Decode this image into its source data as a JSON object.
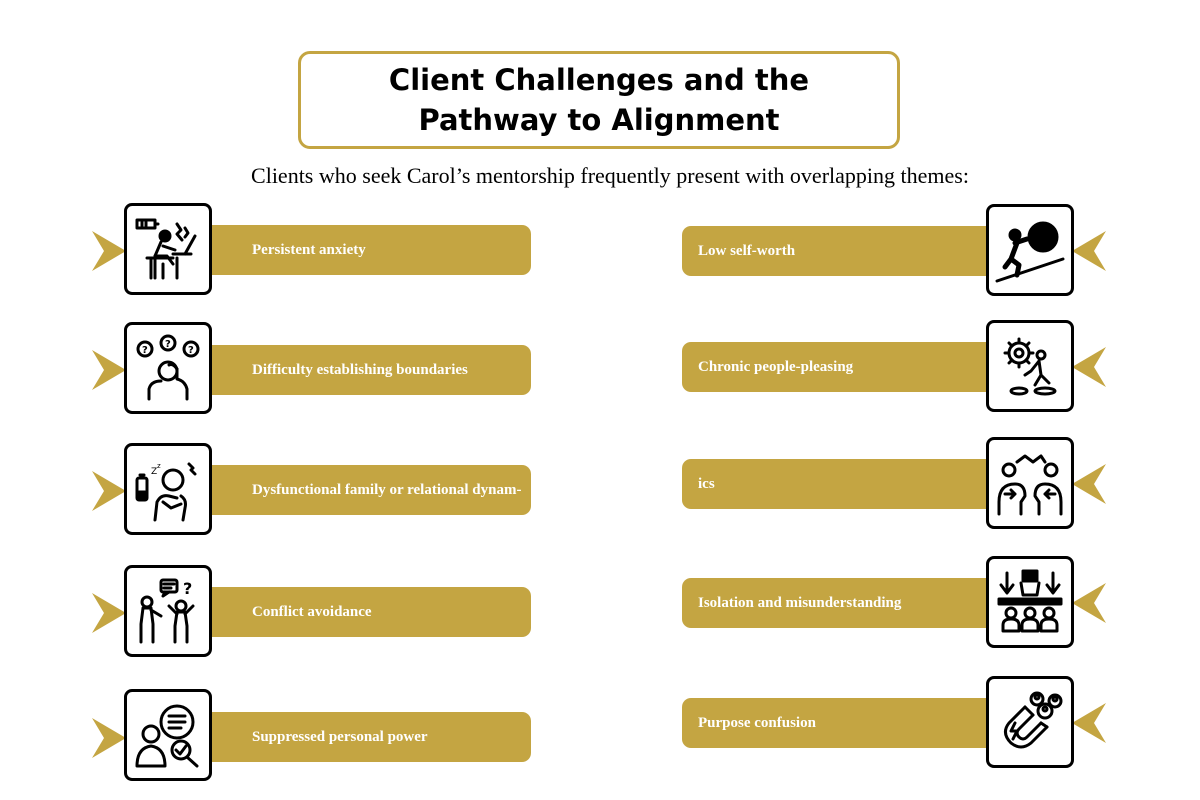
{
  "title_lines": [
    "Client Challenges and the",
    "Pathway to Alignment"
  ],
  "subtitle": "Clients who seek Carol’s mentorship frequently present with overlapping themes:",
  "colors": {
    "accent": "#c4a542",
    "text_on_bar": "#ffffff",
    "outline": "#000000"
  },
  "left_items": [
    {
      "label": "Persistent anxiety",
      "icon": "stressed-worker-icon"
    },
    {
      "label": "Difficulty establishing boundaries",
      "icon": "confused-person-icon"
    },
    {
      "label": "Dysfunctional family or relational dynam-",
      "icon": "exhausted-person-icon"
    },
    {
      "label": "Conflict avoidance",
      "icon": "arguing-people-icon"
    },
    {
      "label": "Suppressed personal power",
      "icon": "person-search-icon"
    }
  ],
  "right_items": [
    {
      "label": "Low self-worth",
      "icon": "pushing-boulder-icon"
    },
    {
      "label": "Chronic people-pleasing",
      "icon": "gear-person-icon"
    },
    {
      "label": "ics",
      "icon": "conflict-heads-icon"
    },
    {
      "label": "Isolation and misunderstanding",
      "icon": "group-pressure-icon"
    },
    {
      "label": "Purpose confusion",
      "icon": "magnet-people-icon"
    }
  ]
}
